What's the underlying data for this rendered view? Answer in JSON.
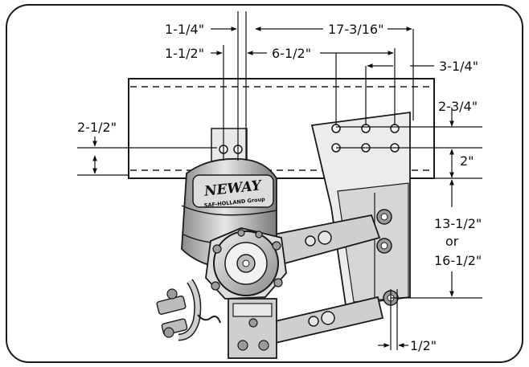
{
  "diagram": {
    "dimensions": {
      "d_1_1_4": "1-1/4\"",
      "d_1_1_2": "1-1/2\"",
      "d_17_3_16": "17-3/16\"",
      "d_6_1_2": "6-1/2\"",
      "d_3_1_4": "3-1/4\"",
      "d_2_3_4": "2-3/4\"",
      "d_2_1_2": "2-1/2\"",
      "d_2": "2\"",
      "d_13_1_2": "13-1/2\"",
      "d_or": "or",
      "d_16_1_2": "16-1/2\"",
      "d_1_2": "1/2\""
    },
    "brand": {
      "name": "NEWAY",
      "sub": "SAF-HOLLAND Group"
    },
    "colors": {
      "line": "#1a1a1a",
      "steel_light": "#d9d9d9",
      "steel_mid": "#a8a8a8",
      "steel_dark": "#6e6e6e",
      "background": "#ffffff"
    }
  }
}
